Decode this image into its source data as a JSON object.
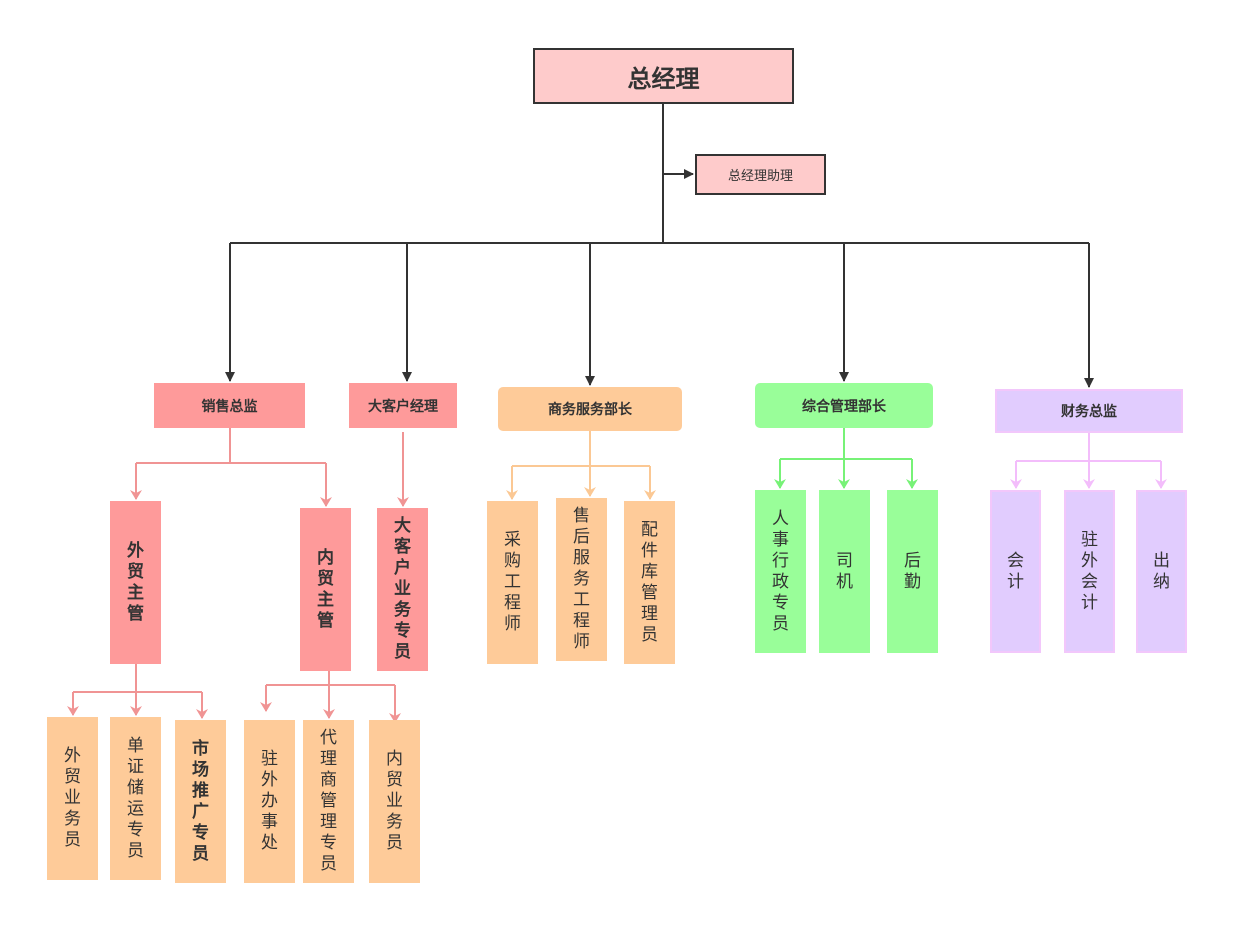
{
  "root": {
    "title": "总经理",
    "assistant": "总经理助理"
  },
  "departments": {
    "sales": {
      "title": "销售总监",
      "foreign_trade": {
        "title": "外贸主管",
        "staff": [
          "外贸业务员",
          "单证储运专员",
          "市场推广专员"
        ]
      },
      "domestic_trade": {
        "title": "内贸主管",
        "staff": [
          "驻外办事处",
          "代理商管理专员",
          "内贸业务员"
        ]
      }
    },
    "key_account": {
      "title": "大客户经理",
      "staff": [
        "大客户业务专员"
      ]
    },
    "business_service": {
      "title": "商务服务部长",
      "staff": [
        "采购工程师",
        "售后服务工程师",
        "配件库管理员"
      ]
    },
    "admin": {
      "title": "综合管理部长",
      "staff": [
        "人事行政专员",
        "司机",
        "后勤"
      ]
    },
    "finance": {
      "title": "财务总监",
      "staff": [
        "会计",
        "驻外会计",
        "出纳"
      ]
    }
  },
  "colors": {
    "root_fill": "#fecbcb",
    "sales": "#fe9a9a",
    "business": "#fecb99",
    "admin": "#99fe99",
    "finance": "#e1ccfe",
    "tier1_line": "#333333"
  }
}
